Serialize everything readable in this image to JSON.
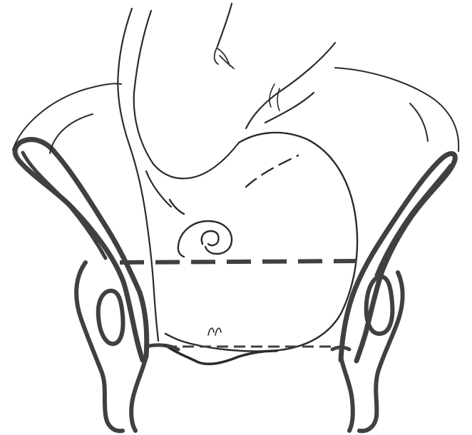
{
  "figure": {
    "background": "#ffffff",
    "ink_color": "#404040",
    "thin_ink_color": "#2b2b2b",
    "parts": {
      "pelvis": "pelvis-outline",
      "baby": "fetal-body",
      "head": "fetal-head",
      "ear": "fetal-ear",
      "upper_line": "upper-dashed-line",
      "lower_line": "lower-dashed-line"
    }
  }
}
